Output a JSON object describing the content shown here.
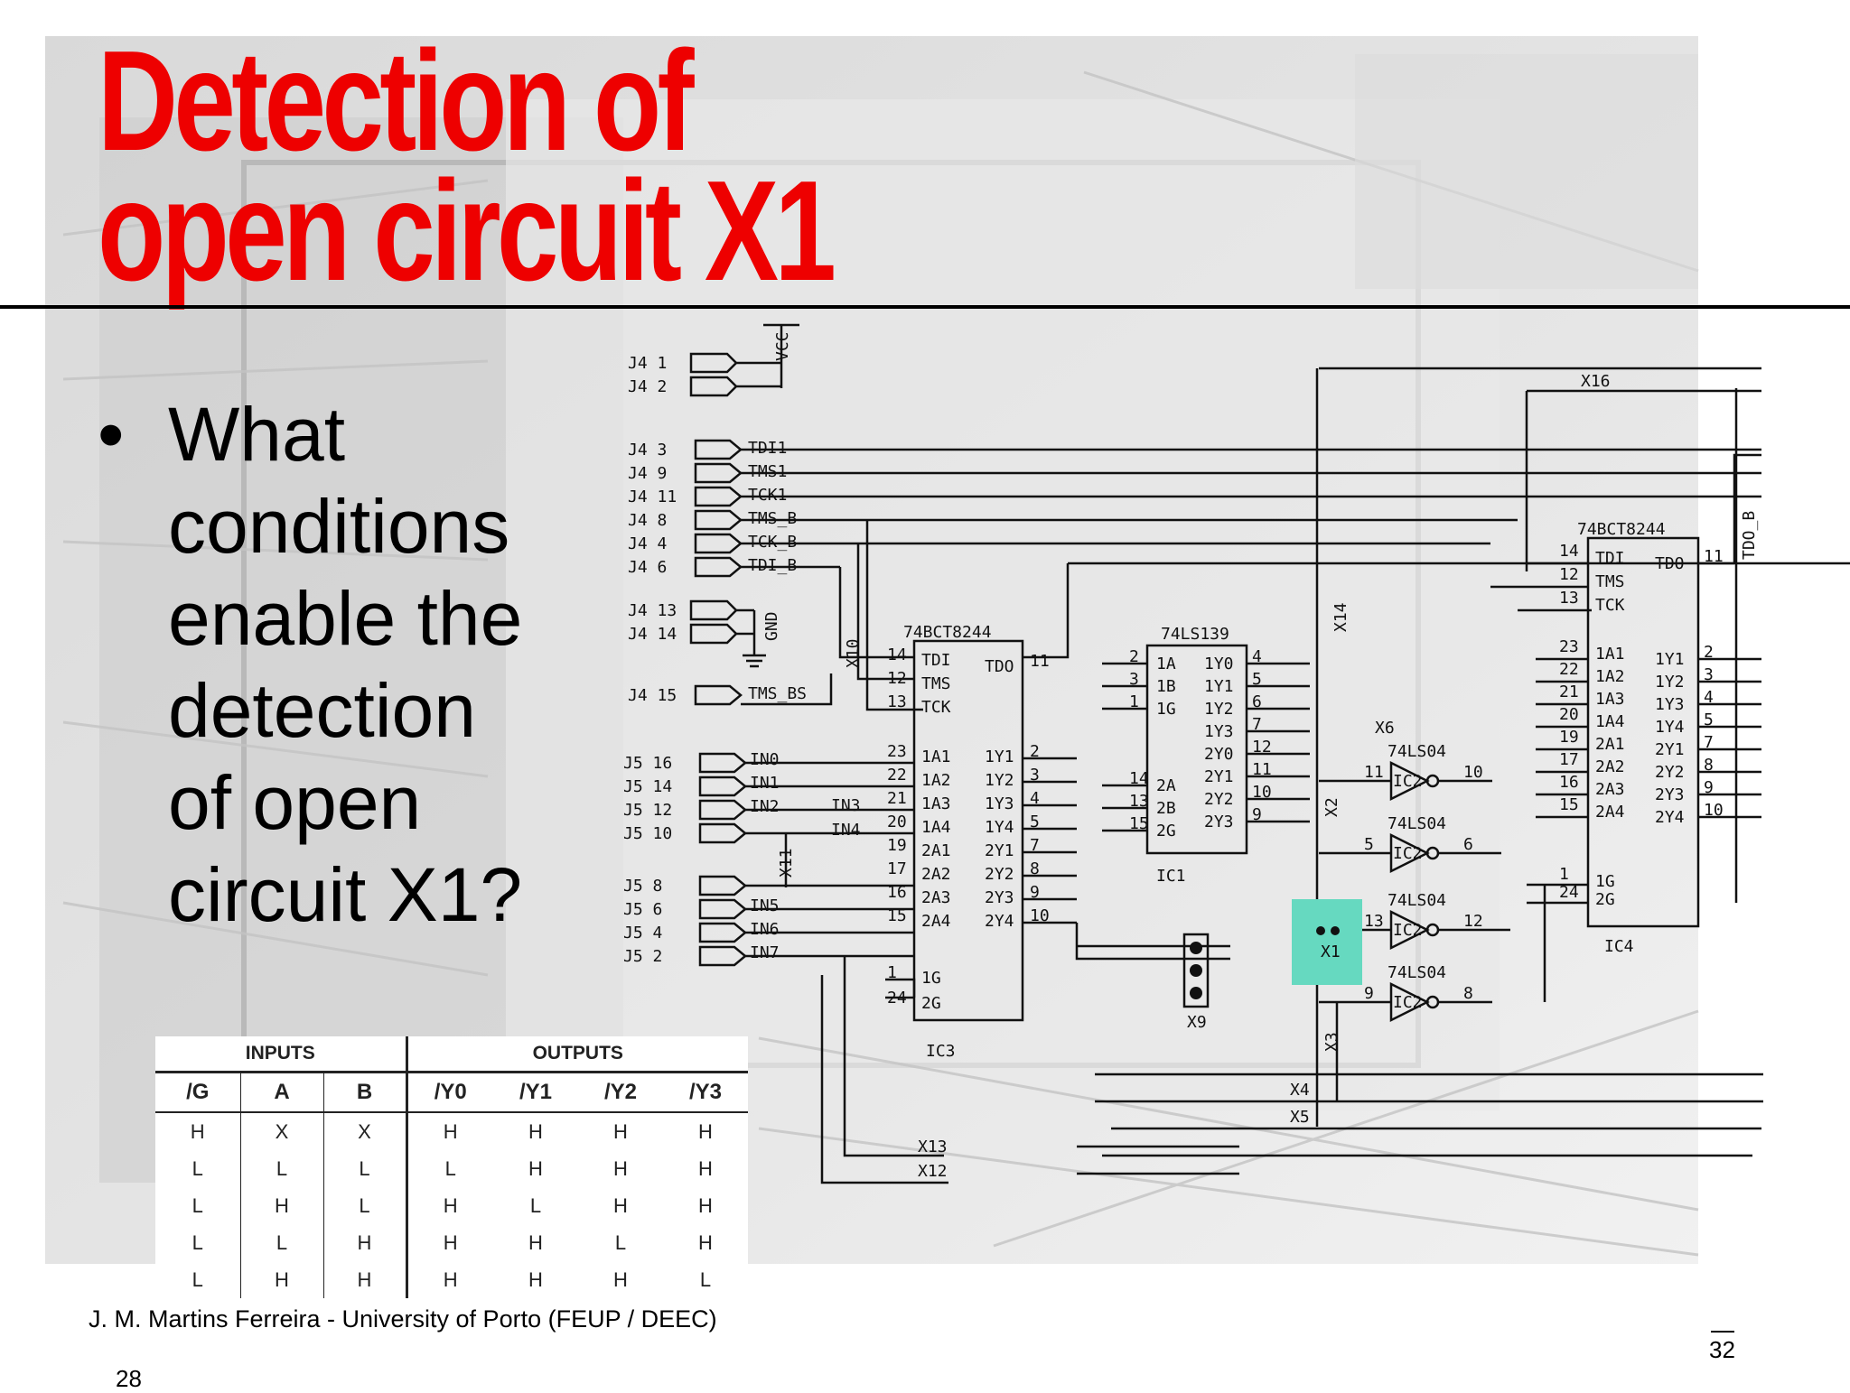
{
  "slide": {
    "title_line1": "Detection of",
    "title_line2": "open circuit X1",
    "bullet_char": "•",
    "bullet_lines": [
      "What",
      "conditions",
      "enable the",
      "detection",
      "of open",
      "circuit X1?"
    ],
    "footer": "J. M. Martins Ferreira - University of Porto (FEUP / DEEC)",
    "page_number": "32",
    "page_number_secondary": "28",
    "colors": {
      "title": "#ee0000",
      "highlight": "#66d9c0"
    }
  },
  "truth_table": {
    "group_headers": [
      "INPUTS",
      "OUTPUTS"
    ],
    "columns": [
      "/G",
      "A",
      "B",
      "/Y0",
      "/Y1",
      "/Y2",
      "/Y3"
    ],
    "rows": [
      [
        "H",
        "X",
        "X",
        "H",
        "H",
        "H",
        "H"
      ],
      [
        "L",
        "L",
        "L",
        "L",
        "H",
        "H",
        "H"
      ],
      [
        "L",
        "H",
        "L",
        "H",
        "L",
        "H",
        "H"
      ],
      [
        "L",
        "L",
        "H",
        "H",
        "H",
        "L",
        "H"
      ],
      [
        "L",
        "H",
        "H",
        "H",
        "H",
        "H",
        "L"
      ]
    ]
  },
  "schematic": {
    "connectors": {
      "j4": [
        {
          "pin": "J4 1",
          "signal": ""
        },
        {
          "pin": "J4 2",
          "signal": ""
        },
        {
          "pin": "J4 3",
          "signal": "TDI1"
        },
        {
          "pin": "J4 9",
          "signal": "TMS1"
        },
        {
          "pin": "J4 11",
          "signal": "TCK1"
        },
        {
          "pin": "J4 8",
          "signal": "TMS_B"
        },
        {
          "pin": "J4 4",
          "signal": "TCK_B"
        },
        {
          "pin": "J4 6",
          "signal": "TDI_B"
        },
        {
          "pin": "J4 13",
          "signal": ""
        },
        {
          "pin": "J4 14",
          "signal": ""
        },
        {
          "pin": "J4 15",
          "signal": "TMS_BS"
        }
      ],
      "j5": [
        {
          "pin": "J5 16",
          "signal": "IN0"
        },
        {
          "pin": "J5 14",
          "signal": "IN1"
        },
        {
          "pin": "J5 12",
          "signal": "IN2"
        },
        {
          "pin": "J5 10",
          "signal": ""
        },
        {
          "pin": "J5 8",
          "signal": ""
        },
        {
          "pin": "J5 6",
          "signal": "IN5"
        },
        {
          "pin": "J5 4",
          "signal": "IN6"
        },
        {
          "pin": "J5 2",
          "signal": "IN7"
        }
      ],
      "extra_signals": [
        "IN3",
        "IN4"
      ],
      "vcc": "VCC",
      "gnd": "GND"
    },
    "ic3": {
      "part": "74BCT8244",
      "name": "IC3",
      "left_pins": [
        {
          "num": "14",
          "label": "TDI"
        },
        {
          "num": "12",
          "label": "TMS"
        },
        {
          "num": "13",
          "label": "TCK"
        },
        {
          "num": "23",
          "label": "1A1"
        },
        {
          "num": "22",
          "label": "1A2"
        },
        {
          "num": "21",
          "label": "1A3"
        },
        {
          "num": "20",
          "label": "1A4"
        },
        {
          "num": "19",
          "label": "2A1"
        },
        {
          "num": "17",
          "label": "2A2"
        },
        {
          "num": "16",
          "label": "2A3"
        },
        {
          "num": "15",
          "label": "2A4"
        },
        {
          "num": "1",
          "label": "1G"
        },
        {
          "num": "24",
          "label": "2G"
        }
      ],
      "right_pins": [
        {
          "num": "11",
          "label": "TDO"
        },
        {
          "num": "2",
          "label": "1Y1"
        },
        {
          "num": "3",
          "label": "1Y2"
        },
        {
          "num": "4",
          "label": "1Y3"
        },
        {
          "num": "5",
          "label": "1Y4"
        },
        {
          "num": "7",
          "label": "2Y1"
        },
        {
          "num": "8",
          "label": "2Y2"
        },
        {
          "num": "9",
          "label": "2Y3"
        },
        {
          "num": "10",
          "label": "2Y4"
        }
      ]
    },
    "ic1": {
      "part": "74LS139",
      "name": "IC1",
      "left_pins": [
        {
          "num": "2",
          "label": "1A"
        },
        {
          "num": "3",
          "label": "1B"
        },
        {
          "num": "1",
          "label": "1G"
        },
        {
          "num": "14",
          "label": "2A"
        },
        {
          "num": "13",
          "label": "2B"
        },
        {
          "num": "15",
          "label": "2G"
        }
      ],
      "right_pins": [
        {
          "num": "4",
          "label": "1Y0"
        },
        {
          "num": "5",
          "label": "1Y1"
        },
        {
          "num": "6",
          "label": "1Y2"
        },
        {
          "num": "7",
          "label": "1Y3"
        },
        {
          "num": "12",
          "label": "2Y0"
        },
        {
          "num": "11",
          "label": "2Y1"
        },
        {
          "num": "10",
          "label": "2Y2"
        },
        {
          "num": "9",
          "label": "2Y3"
        }
      ]
    },
    "ic4": {
      "part": "74BCT8244",
      "name": "IC4",
      "left_pins": [
        {
          "num": "14",
          "label": "TDI"
        },
        {
          "num": "12",
          "label": "TMS"
        },
        {
          "num": "13",
          "label": "TCK"
        },
        {
          "num": "23",
          "label": "1A1"
        },
        {
          "num": "22",
          "label": "1A2"
        },
        {
          "num": "21",
          "label": "1A3"
        },
        {
          "num": "20",
          "label": "1A4"
        },
        {
          "num": "19",
          "label": "2A1"
        },
        {
          "num": "17",
          "label": "2A2"
        },
        {
          "num": "16",
          "label": "2A3"
        },
        {
          "num": "15",
          "label": "2A4"
        },
        {
          "num": "1",
          "label": "1G"
        },
        {
          "num": "24",
          "label": "2G"
        }
      ],
      "right_pins": [
        {
          "num": "11",
          "label": "TDO"
        },
        {
          "num": "2",
          "label": "1Y1"
        },
        {
          "num": "3",
          "label": "1Y2"
        },
        {
          "num": "4",
          "label": "1Y3"
        },
        {
          "num": "5",
          "label": "1Y4"
        },
        {
          "num": "7",
          "label": "2Y1"
        },
        {
          "num": "8",
          "label": "2Y2"
        },
        {
          "num": "9",
          "label": "2Y3"
        },
        {
          "num": "10",
          "label": "2Y4"
        }
      ],
      "tdo_net": "TDO_B"
    },
    "inverters": [
      {
        "part": "74LS04",
        "name": "IC2",
        "in_pin": "11",
        "out_pin": "10"
      },
      {
        "part": "74LS04",
        "name": "IC2",
        "in_pin": "5",
        "out_pin": "6"
      },
      {
        "part": "74LS04",
        "name": "IC2",
        "in_pin": "13",
        "out_pin": "12"
      },
      {
        "part": "74LS04",
        "name": "IC2",
        "in_pin": "9",
        "out_pin": "8"
      }
    ],
    "opens": [
      "X1",
      "X2",
      "X3",
      "X4",
      "X5",
      "X6",
      "X9",
      "X10",
      "X11",
      "X12",
      "X13",
      "X14",
      "X16"
    ]
  }
}
